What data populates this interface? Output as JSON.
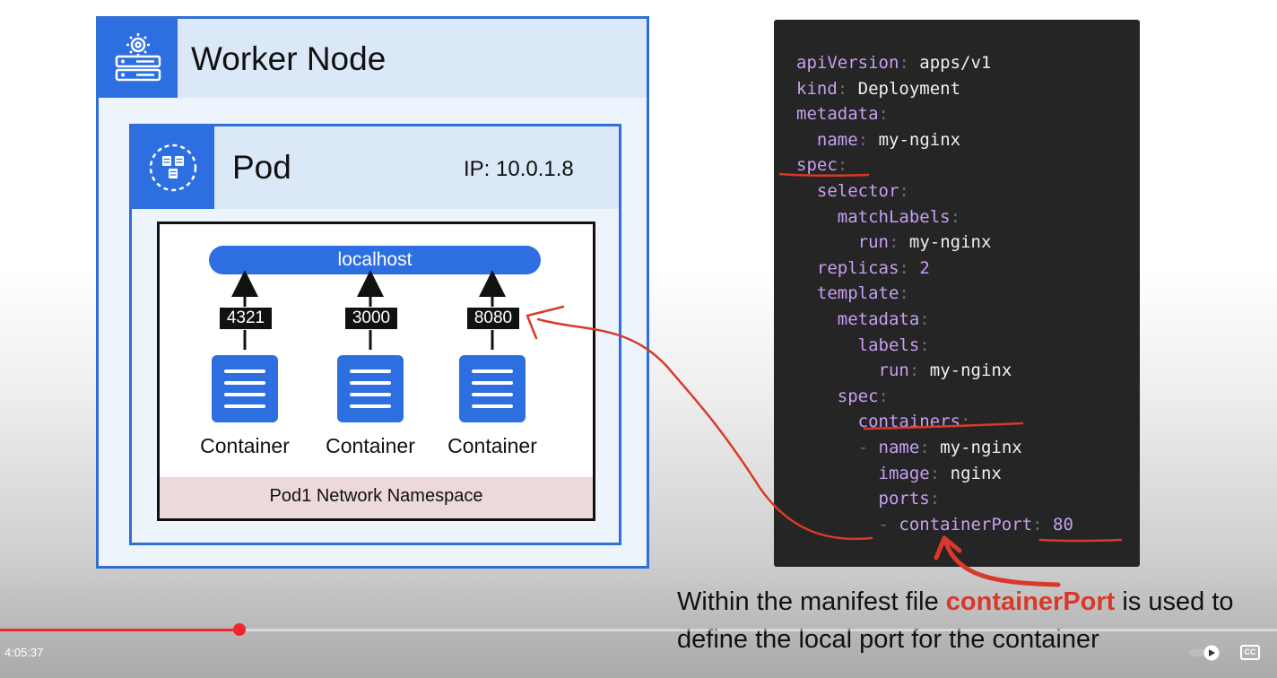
{
  "worker_node": {
    "title": "Worker Node",
    "icon": "server-gear-icon"
  },
  "pod": {
    "title": "Pod",
    "ip": "IP: 10.0.1.8",
    "icon": "pod-icon"
  },
  "localhost": "localhost",
  "ports": [
    "4321",
    "3000",
    "8080"
  ],
  "containers": [
    "Container",
    "Container",
    "Container"
  ],
  "namespace_label": "Pod1 Network Namespace",
  "manifest": {
    "apiVersion_key": "apiVersion",
    "apiVersion_val": "apps/v1",
    "kind_key": "kind",
    "kind_val": "Deployment",
    "metadata_key": "metadata",
    "name_key": "name",
    "name_val": "my-nginx",
    "spec_key": "spec",
    "selector_key": "selector",
    "matchLabels_key": "matchLabels",
    "run_key": "run",
    "run_val": "my-nginx",
    "replicas_key": "replicas",
    "replicas_val": "2",
    "template_key": "template",
    "metadata2_key": "metadata",
    "labels_key": "labels",
    "run2_key": "run",
    "run2_val": "my-nginx",
    "spec2_key": "spec",
    "containers_key": "containers",
    "cname_key": "name",
    "cname_val": "my-nginx",
    "image_key": "image",
    "image_val": "nginx",
    "ports_key": "ports",
    "containerPort_key": "containerPort",
    "containerPort_val": "80"
  },
  "caption": {
    "part1": "Within the manifest file ",
    "highlight": "containerPort",
    "part2": " is used to define the local port for the container"
  },
  "player": {
    "time": "4:05:37",
    "progress": 0.1875,
    "cc_label": "CC"
  },
  "colors": {
    "accent": "#2d6fe0",
    "annotation": "#d9392a",
    "progress": "#f0262a"
  }
}
